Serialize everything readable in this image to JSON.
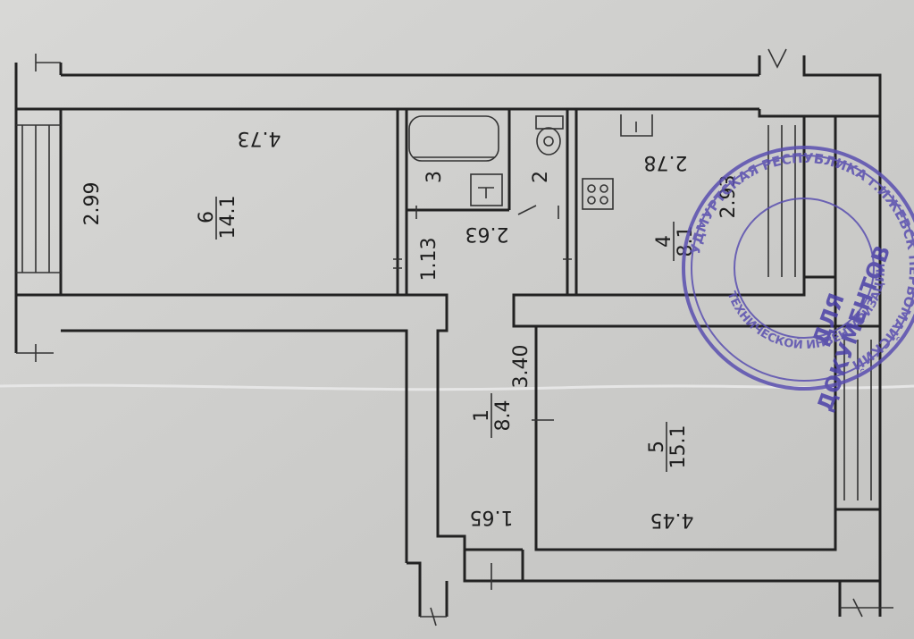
{
  "rooms": [
    {
      "id": "6",
      "number": "6",
      "area": "14.1",
      "length": "4.73",
      "width": "2.99"
    },
    {
      "id": "3",
      "number": "3"
    },
    {
      "id": "2",
      "number": "2"
    },
    {
      "id": "4",
      "number": "4",
      "area": "8.1",
      "length": "2.78",
      "width": "2.93"
    },
    {
      "id": "1",
      "number": "1",
      "area": "8.4",
      "length": "3.40",
      "width": "1.65"
    },
    {
      "id": "5",
      "number": "5",
      "area": "15.1",
      "length": "4.45"
    }
  ],
  "corridor": {
    "width": "1.13",
    "length": "2.63"
  },
  "stamp": {
    "ring_text": "УДМУРТСКАЯ РЕСПУБЛИКА г.ИЖЕВСК ПЕРВОМАЙСКИЙ",
    "inner_text": "ТЕХНИЧЕСКОЙ ИНВЕНТАРИЗАЦИИ",
    "center_line1": "ДЛЯ",
    "center_line2": "ДОКУМЕНТОВ"
  },
  "fixtures": {
    "bath": "bath-icon",
    "toilet": "toilet-icon",
    "stove": "stove-icon",
    "sink": "sink-icon"
  }
}
